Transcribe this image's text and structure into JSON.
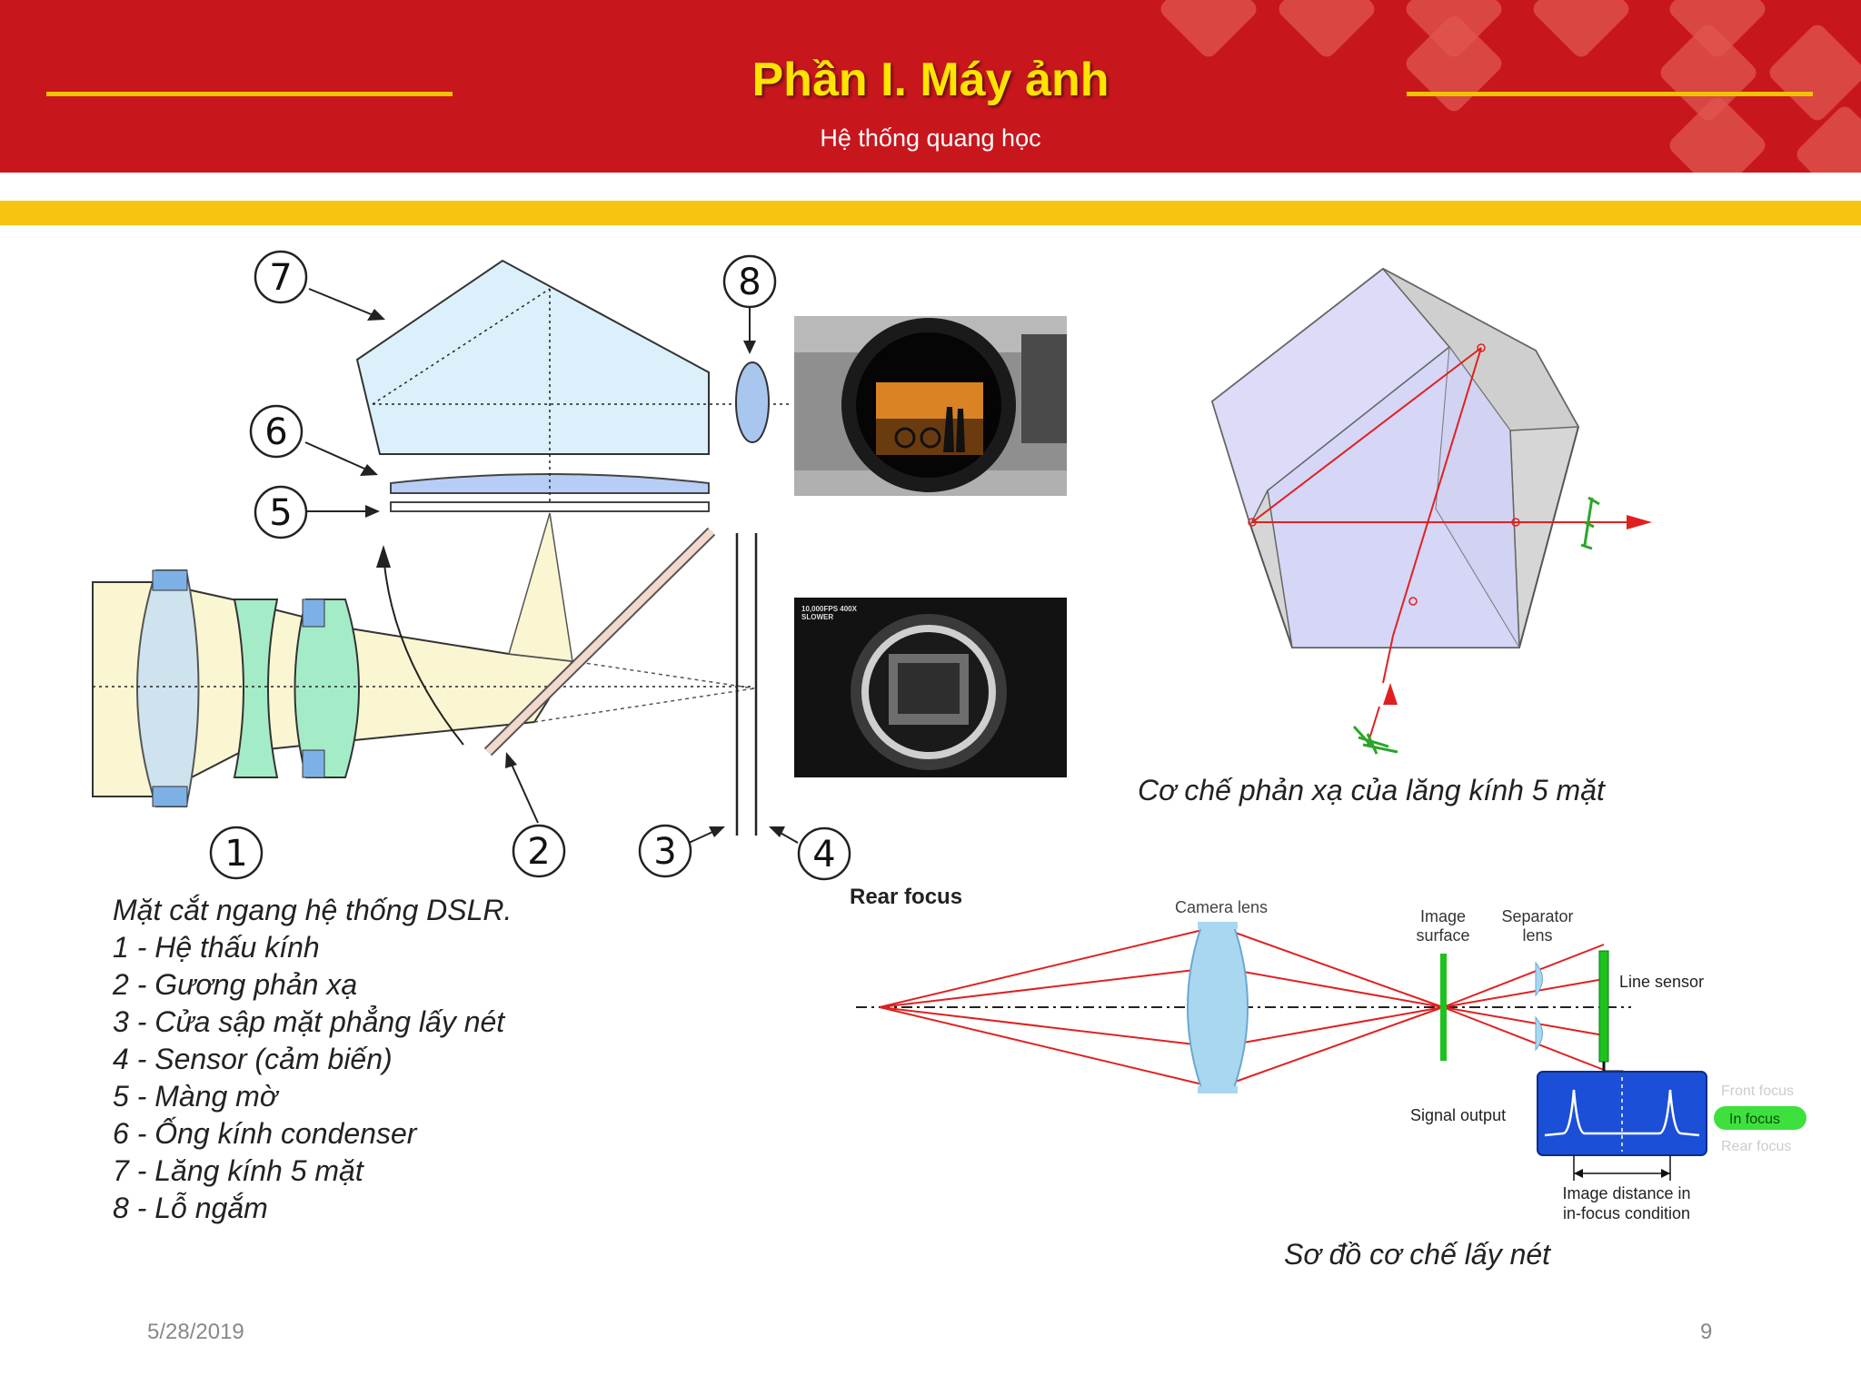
{
  "header": {
    "title": "Phần I. Máy ảnh",
    "subtitle": "Hệ thống quang học"
  },
  "dslr": {
    "markers": [
      "1",
      "2",
      "3",
      "4",
      "5",
      "6",
      "7",
      "8"
    ],
    "legend": [
      "Mặt cắt ngang hệ thống DSLR.",
      "1 - Hệ thấu kính",
      "2 - Gương phản xạ",
      "3 - Cửa sập mặt phẳng lấy nét",
      "4 - Sensor (cảm biến)",
      "5 - Màng mờ",
      "6 - Ống kính condenser",
      "7 - Lăng kính 5 mặt",
      "8 - Lỗ ngắm"
    ],
    "photo_mirror_text": "10,000FPS 400X SLOWER"
  },
  "prism": {
    "caption": "Cơ chế phản xạ của lăng kính 5 mặt"
  },
  "focus": {
    "heading": "Rear focus",
    "labels": {
      "camera_lens": "Camera lens",
      "image_surface": "Image surface",
      "separator_lens": "Separator lens",
      "line_sensor": "Line sensor",
      "signal_output": "Signal output",
      "image_distance": "Image distance in in-focus condition"
    },
    "states": [
      "Front focus",
      "In focus",
      "Rear focus"
    ],
    "caption": "Sơ đồ cơ chế lấy nét"
  },
  "footer": {
    "date": "5/28/2019",
    "page": "9"
  },
  "colors": {
    "header_red": "#c8161d",
    "title_yellow": "#ffe400",
    "band_yellow": "#f6c411",
    "ray_red": "#e02020",
    "in_focus_green": "#3ee03e"
  }
}
